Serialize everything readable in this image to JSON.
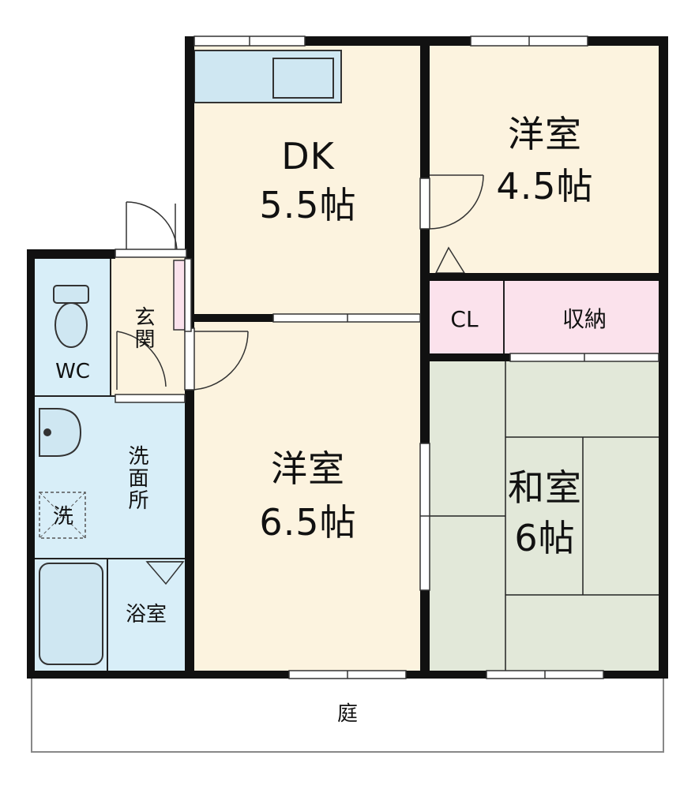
{
  "rooms": {
    "dk": {
      "name": "DK",
      "size": "5.5帖"
    },
    "western_north": {
      "name": "洋室",
      "size": "4.5帖"
    },
    "western_south": {
      "name": "洋室",
      "size": "6.5帖"
    },
    "japanese": {
      "name": "和室",
      "size": "6帖"
    },
    "closet": "CL",
    "storage": "収納",
    "entrance": "玄関",
    "wc": "WC",
    "washroom": "洗面所",
    "washer_mark": "洗",
    "bathroom": "浴室",
    "garden": "庭"
  },
  "colors": {
    "wall": "#111111",
    "living_floor": "#fcf3df",
    "wet_area": "#d8eef8",
    "storage": "#fbe2ec",
    "tatami": "#e2e8d9",
    "fixture": "#cfe7f2"
  }
}
